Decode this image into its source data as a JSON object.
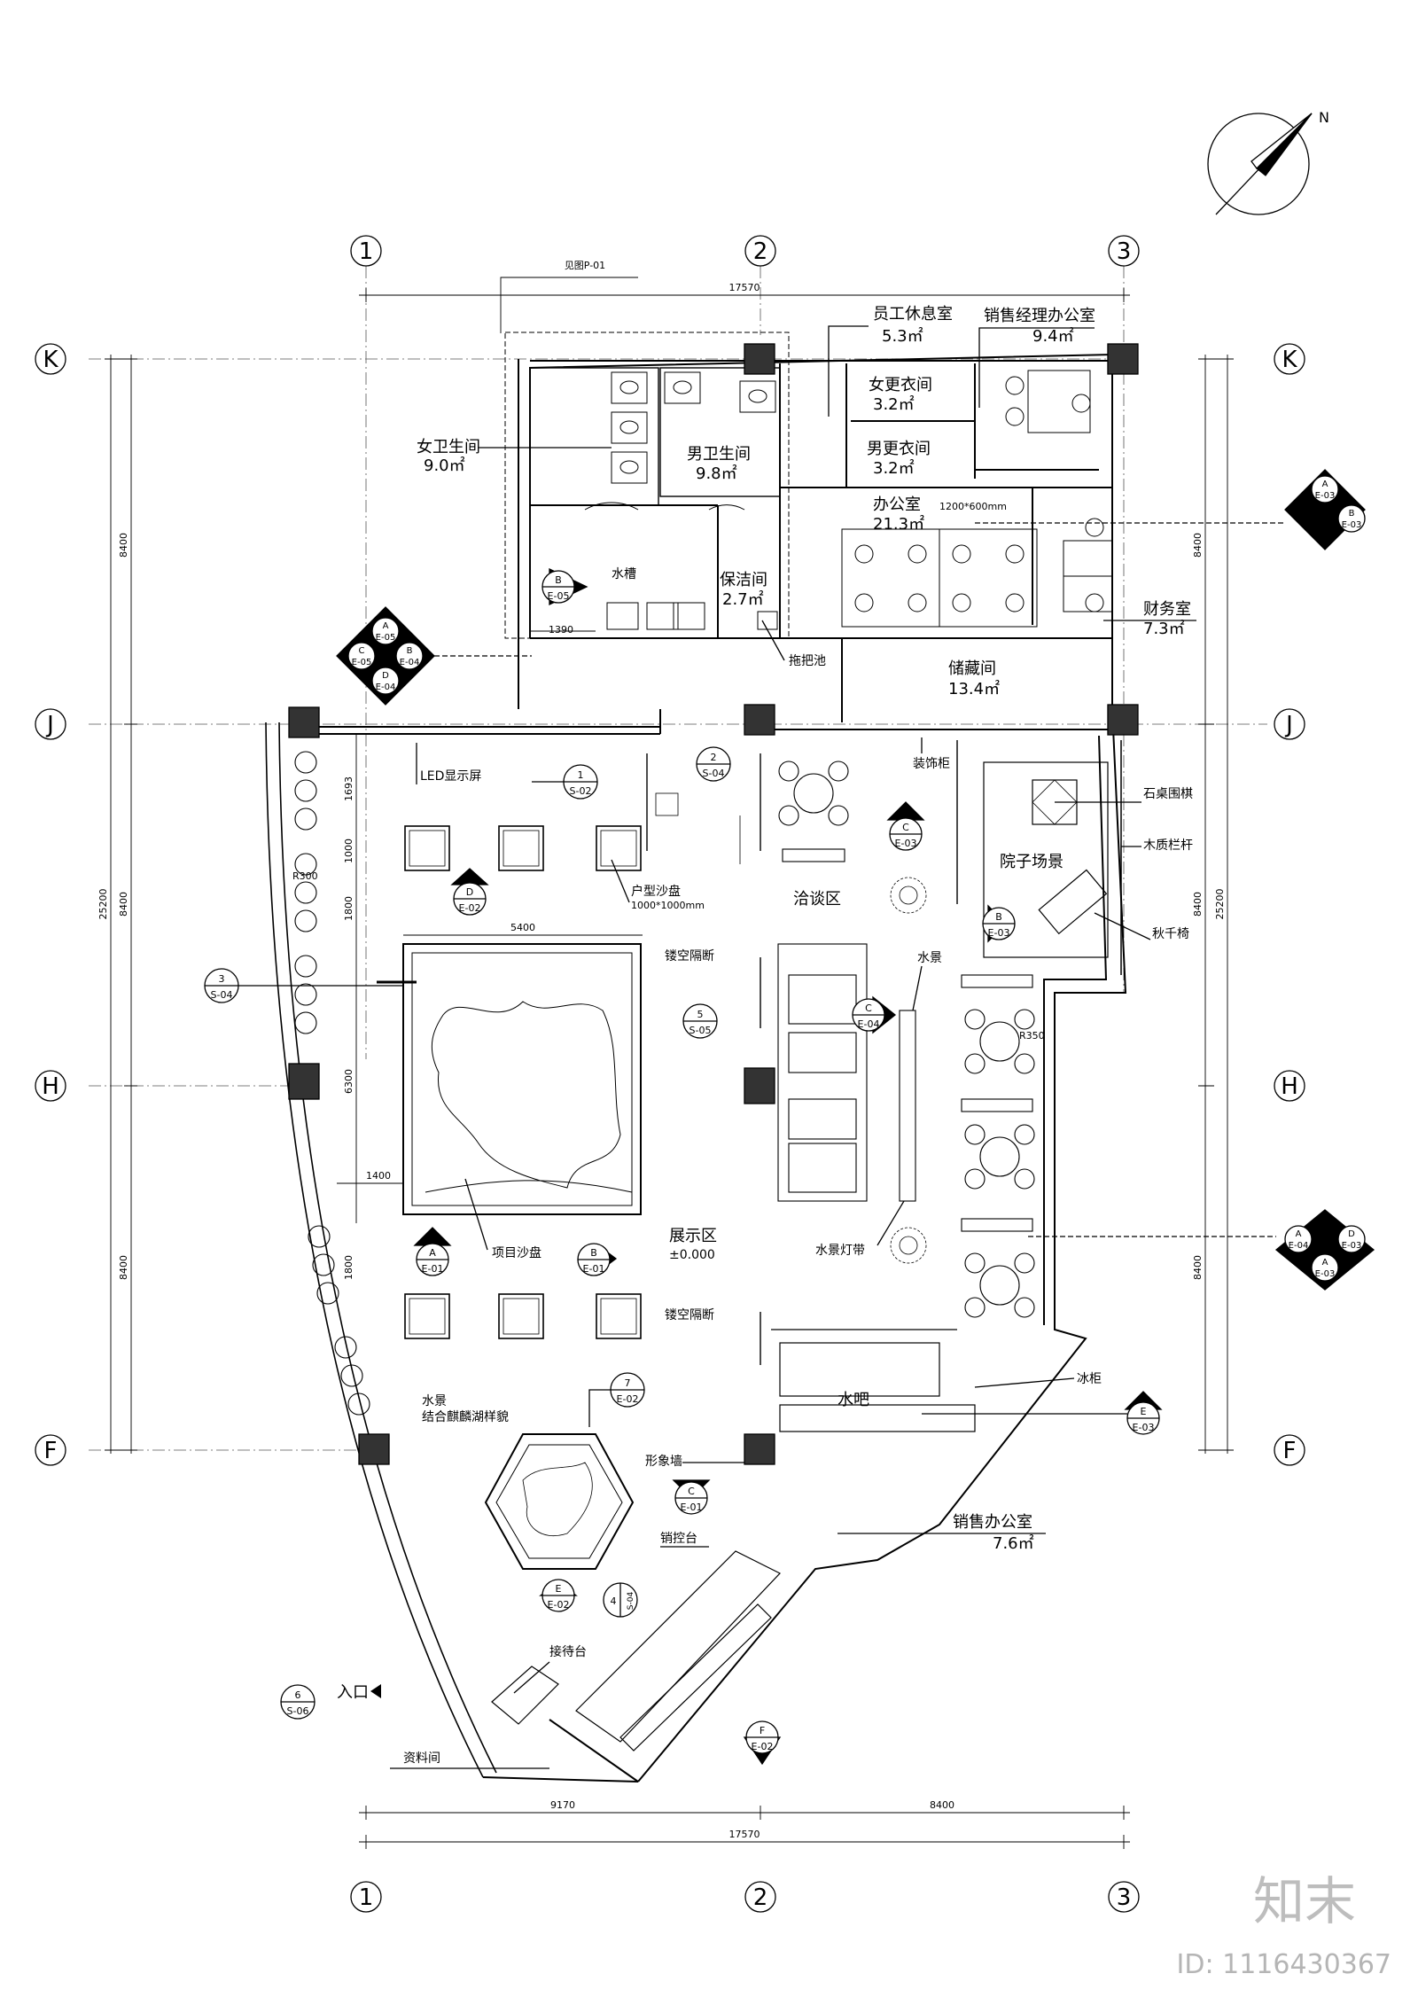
{
  "grid": {
    "columns": [
      "1",
      "2",
      "3"
    ],
    "rows": [
      "K",
      "J",
      "H",
      "F"
    ]
  },
  "dimensions": {
    "top_ref": "见图P-01",
    "top_total": "17570",
    "bottom_left": "9170",
    "bottom_right": "8400",
    "bottom_total": "17570",
    "left_k_j": "8400",
    "left_j_h": "8400",
    "left_h_f": "8400",
    "left_total": "25200",
    "right_k_j": "8400",
    "right_j_h": "8400",
    "right_h_f": "8400",
    "right_total": "25200",
    "d_1693": "1693",
    "d_1000": "1000",
    "d_1800a": "1800",
    "d_6300": "6300",
    "d_1800b": "1800",
    "d_5400": "5400",
    "d_1400": "1400",
    "d_1390": "1390",
    "r300": "R300",
    "r350": "R350",
    "desk_size": "1200*600mm"
  },
  "rooms": {
    "womens_wc": {
      "name": "女卫生间",
      "area": "9.0㎡"
    },
    "mens_wc": {
      "name": "男卫生间",
      "area": "9.8㎡"
    },
    "staff_lounge": {
      "name": "员工休息室",
      "area": "5.3㎡"
    },
    "sales_manager": {
      "name": "销售经理办公室",
      "area": "9.4㎡"
    },
    "womens_changing": {
      "name": "女更衣间",
      "area": "3.2㎡"
    },
    "mens_changing": {
      "name": "男更衣间",
      "area": "3.2㎡"
    },
    "office": {
      "name": "办公室",
      "area": "21.3㎡"
    },
    "cleaning": {
      "name": "保洁间",
      "area": "2.7㎡"
    },
    "finance": {
      "name": "财务室",
      "area": "7.3㎡"
    },
    "storage": {
      "name": "储藏间",
      "area": "13.4㎡"
    },
    "sales_office": {
      "name": "销售办公室",
      "area": "7.6㎡"
    }
  },
  "labels": {
    "sink": "水槽",
    "mop_pool": "拖把池",
    "led_screen": "LED显示屏",
    "decor_cabinet": "装饰柜",
    "stone_table": "石桌围棋",
    "wood_rail": "木质栏杆",
    "courtyard": "院子场景",
    "swing": "秋千椅",
    "unit_model": "户型沙盘",
    "unit_model_size": "1000*1000mm",
    "negotiation": "洽谈区",
    "hollow_partition_1": "镂空隔断",
    "hollow_partition_2": "镂空隔断",
    "water_feature": "水景",
    "water_light_strip": "水景灯带",
    "project_model": "项目沙盘",
    "display_area": "展示区",
    "elevation": "±0.000",
    "water_bar": "水吧",
    "ice_cabinet": "冰柜",
    "water_feature_2": "水景",
    "lake_model": "结合麒麟湖样貌",
    "image_wall": "形象墙",
    "sales_desk": "销控台",
    "reception": "接待台",
    "entrance": "入口",
    "archive": "资料间"
  },
  "detail_tags": [
    {
      "top": "1",
      "bottom": "S-02"
    },
    {
      "top": "2",
      "bottom": "S-04"
    },
    {
      "top": "3",
      "bottom": "S-04"
    },
    {
      "top": "5",
      "bottom": "S-05"
    },
    {
      "top": "7",
      "bottom": "E-02"
    },
    {
      "top": "6",
      "bottom": "S-06"
    },
    {
      "top": "4",
      "bottom": "S-04"
    }
  ],
  "elev_tags": [
    {
      "top": "B",
      "bottom": "E-05"
    },
    {
      "top": "D",
      "bottom": "E-02"
    },
    {
      "top": "C",
      "bottom": "E-03"
    },
    {
      "top": "B",
      "bottom": "E-03"
    },
    {
      "top": "C",
      "bottom": "E-04"
    },
    {
      "top": "A",
      "bottom": "E-01"
    },
    {
      "top": "B",
      "bottom": "E-01"
    },
    {
      "top": "E",
      "bottom": "E-03"
    },
    {
      "top": "C",
      "bottom": "E-01"
    },
    {
      "top": "E",
      "bottom": "E-02"
    },
    {
      "top": "F",
      "bottom": "E-02"
    }
  ],
  "quad_tags": {
    "left": {
      "top": "A",
      "top_s": "E-05",
      "left": "C",
      "left_s": "E-05",
      "right": "B",
      "right_s": "E-04",
      "bottom": "D",
      "bottom_s": "E-04"
    },
    "right_top": {
      "top": "A",
      "top_s": "E-03",
      "right": "B",
      "right_s": "E-03"
    },
    "right_bottom": {
      "left": "A",
      "left_s": "E-04",
      "right": "D",
      "right_s": "E-03",
      "bottom": "A",
      "bottom_s": "E-03"
    }
  },
  "north": "N",
  "watermark": {
    "logo": "知末",
    "id": "ID: 1116430367"
  }
}
